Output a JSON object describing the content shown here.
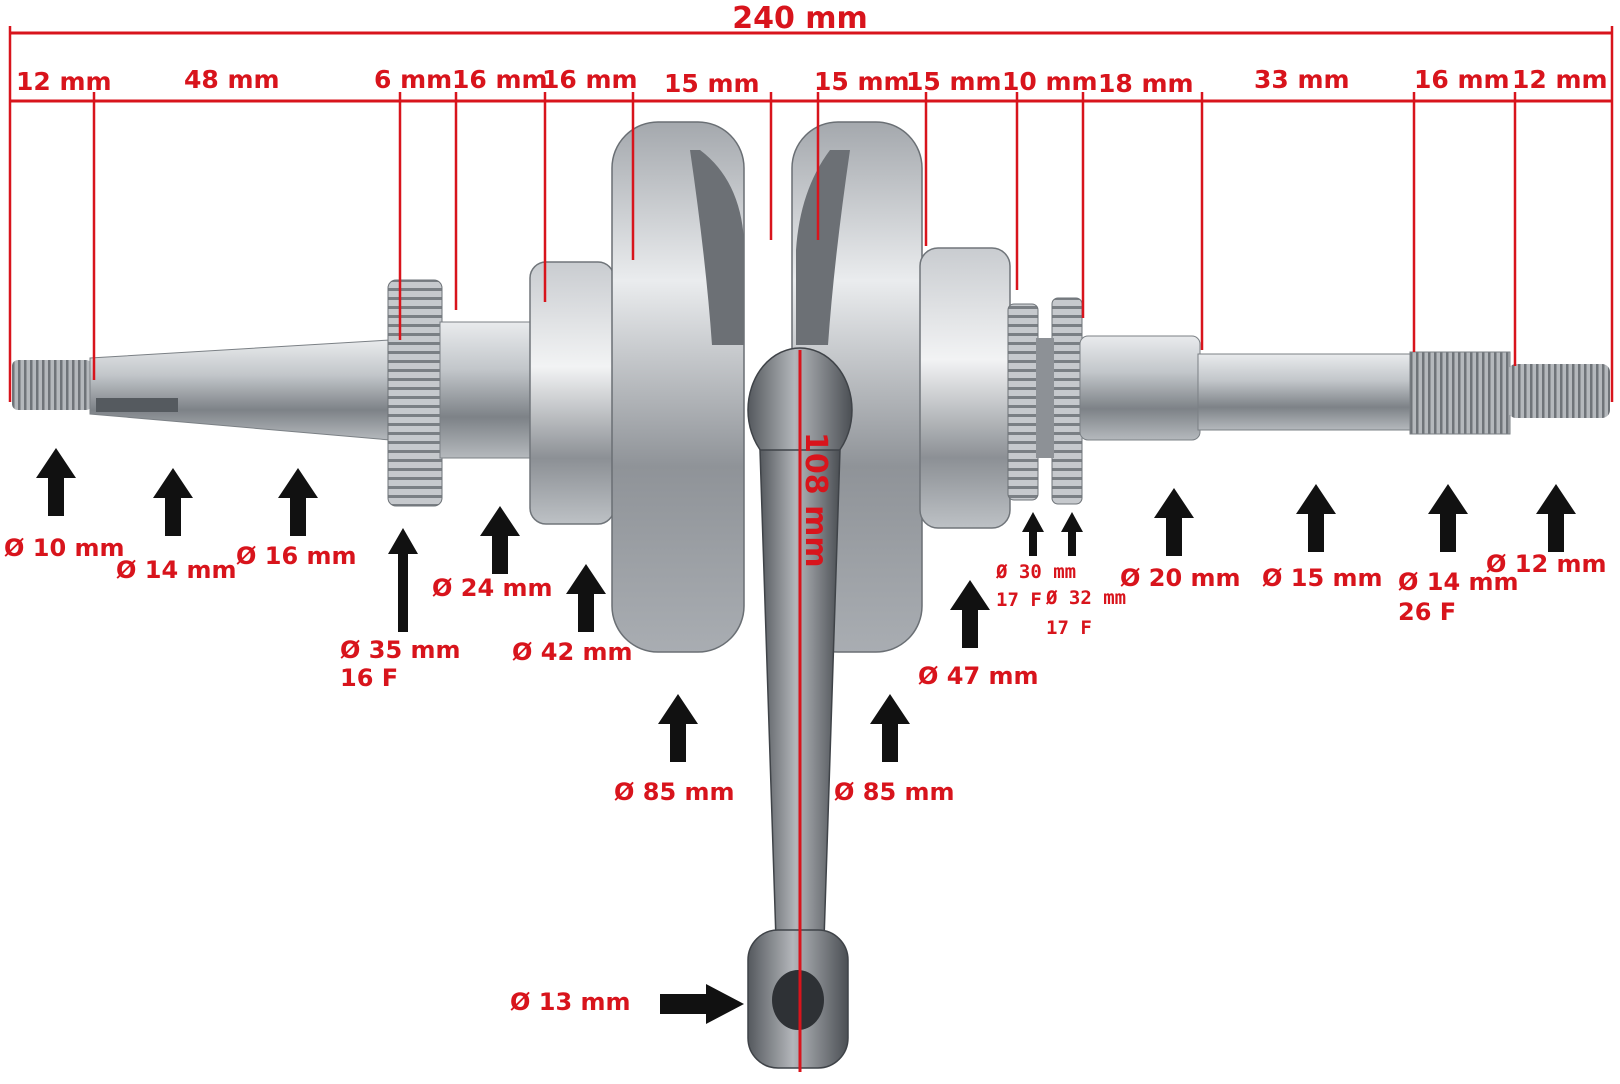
{
  "total_length": "240 mm",
  "segments": [
    "12 mm",
    "48 mm",
    "6 mm",
    "16 mm",
    "16 mm",
    "15 mm",
    "15 mm",
    "15 mm",
    "10 mm",
    "18 mm",
    "33 mm",
    "16 mm",
    "12 mm"
  ],
  "rod_length": "108 mm",
  "diameters": [
    {
      "line1": "Ø 10 mm",
      "line2": ""
    },
    {
      "line1": "Ø 14 mm",
      "line2": ""
    },
    {
      "line1": "Ø 16 mm",
      "line2": ""
    },
    {
      "line1": "Ø 35 mm",
      "line2": "16 F"
    },
    {
      "line1": "Ø 24 mm",
      "line2": ""
    },
    {
      "line1": "Ø 42 mm",
      "line2": ""
    },
    {
      "line1": "Ø 85 mm",
      "line2": ""
    },
    {
      "line1": "Ø 85 mm",
      "line2": ""
    },
    {
      "line1": "Ø 47 mm",
      "line2": ""
    },
    {
      "line1": "Ø 30 mm",
      "line2": "17 F"
    },
    {
      "line1": "Ø 32 mm",
      "line2": "17 F"
    },
    {
      "line1": "Ø 20 mm",
      "line2": ""
    },
    {
      "line1": "Ø 15 mm",
      "line2": ""
    },
    {
      "line1": "Ø 14 mm",
      "line2": "26 F"
    },
    {
      "line1": "Ø 12 mm",
      "line2": ""
    },
    {
      "line1": "Ø 13 mm",
      "line2": ""
    }
  ],
  "colors": {
    "accent": "#d8141c",
    "steel": "#9a9ea3",
    "arrow": "#111111"
  }
}
